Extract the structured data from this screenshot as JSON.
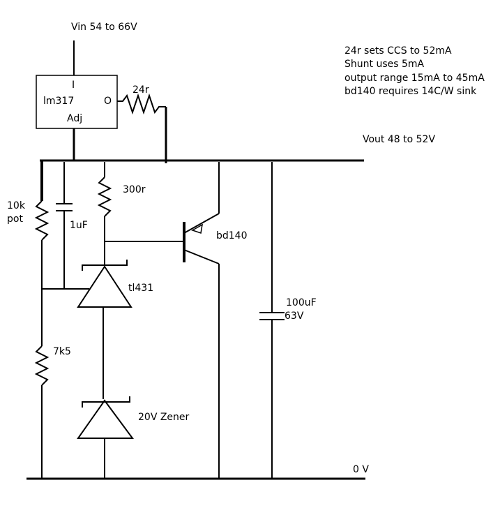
{
  "labels": {
    "vin": "Vin  54 to 66V",
    "vout": "Vout 48 to 52V",
    "ground": "0 V",
    "lm317_in": "I",
    "lm317_name": "lm317",
    "lm317_out": "O",
    "lm317_adj": "Adj",
    "r_24": "24r",
    "pot_value": "10k",
    "pot_type": "pot",
    "cap_1uf": "1uF",
    "r_300": "300r",
    "transistor": "bd140",
    "shunt_ic": "tl431",
    "r_7k5": "7k5",
    "zener": "20V Zener",
    "cap_100uf": "100uF",
    "cap_voltage": "63V"
  },
  "notes": [
    "24r sets CCS to 52mA",
    "Shunt uses 5mA",
    "output range 15mA to 45mA",
    "bd140 requires 14C/W sink"
  ]
}
